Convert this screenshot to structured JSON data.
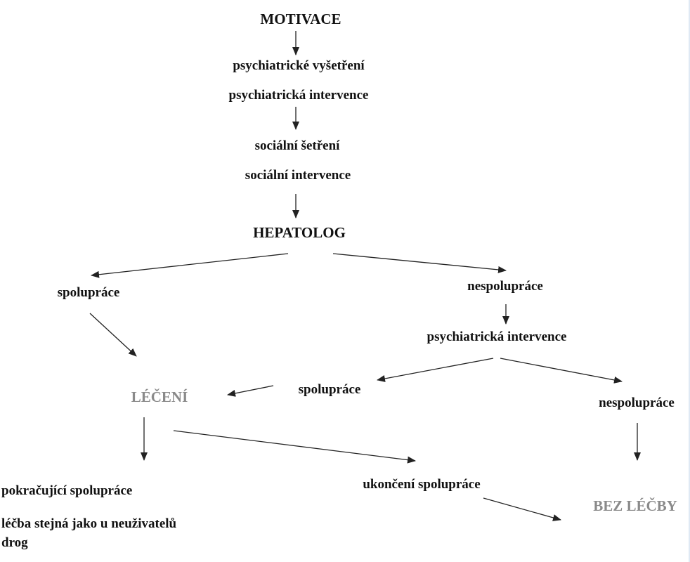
{
  "nodes": {
    "motivace": "MOTIVACE",
    "psych_vysetreni": "psychiatrické vyšetření",
    "psych_intervence_1": "psychiatrická intervence",
    "social_setreni": "sociální šetření",
    "social_intervence": "sociální intervence",
    "hepatolog": "HEPATOLOG",
    "spoluprace_1": "spolupráce",
    "nespoluprace_1": "nespolupráce",
    "psych_intervence_2": "psychiatrická intervence",
    "leceni": "LÉČENÍ",
    "spoluprace_2": "spolupráce",
    "nespoluprace_2": "nespolupráce",
    "pokracujici": "pokračující spolupráce",
    "lecba_stejna_line1": "léčba stejná jako u neuživatelů",
    "lecba_stejna_line2": "drog",
    "ukonceni": "ukončení spolupráce",
    "bez_lecby": "BEZ LÉČBY"
  },
  "colors": {
    "text": "#111111",
    "outcome_text": "#8a8a8a",
    "arrow": "#222222",
    "background": "#ffffff",
    "right_edge": "#dfe9f4"
  },
  "arrows": [
    {
      "from": "motivace",
      "to": "psych_vysetreni"
    },
    {
      "from": "psych_intervence_1",
      "to": "social_setreni"
    },
    {
      "from": "social_intervence",
      "to": "hepatolog"
    },
    {
      "from": "hepatolog",
      "to": "spoluprace_1"
    },
    {
      "from": "hepatolog",
      "to": "nespoluprace_1"
    },
    {
      "from": "spoluprace_1",
      "to": "leceni"
    },
    {
      "from": "nespoluprace_1",
      "to": "psych_intervence_2"
    },
    {
      "from": "psych_intervence_2",
      "to": "spoluprace_2"
    },
    {
      "from": "psych_intervence_2",
      "to": "nespoluprace_2"
    },
    {
      "from": "spoluprace_2",
      "to": "leceni"
    },
    {
      "from": "leceni",
      "to": "pokracujici"
    },
    {
      "from": "leceni",
      "to": "ukonceni"
    },
    {
      "from": "nespoluprace_2",
      "to": "bez_lecby"
    },
    {
      "from": "ukonceni",
      "to": "bez_lecby"
    }
  ]
}
